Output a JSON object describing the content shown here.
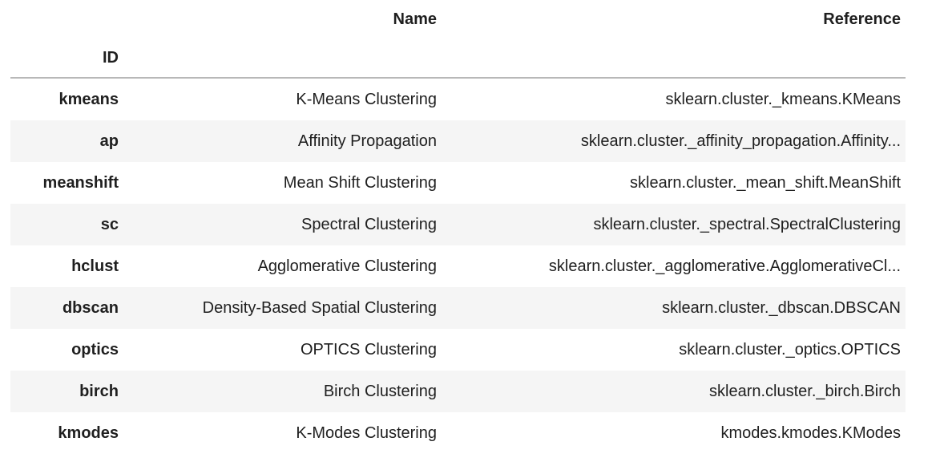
{
  "table": {
    "index_name": "ID",
    "columns": [
      "Name",
      "Reference"
    ],
    "rows": [
      {
        "id": "kmeans",
        "name": "K-Means Clustering",
        "reference": "sklearn.cluster._kmeans.KMeans"
      },
      {
        "id": "ap",
        "name": "Affinity Propagation",
        "reference": "sklearn.cluster._affinity_propagation.Affinity..."
      },
      {
        "id": "meanshift",
        "name": "Mean Shift Clustering",
        "reference": "sklearn.cluster._mean_shift.MeanShift"
      },
      {
        "id": "sc",
        "name": "Spectral Clustering",
        "reference": "sklearn.cluster._spectral.SpectralClustering"
      },
      {
        "id": "hclust",
        "name": "Agglomerative Clustering",
        "reference": "sklearn.cluster._agglomerative.AgglomerativeCl..."
      },
      {
        "id": "dbscan",
        "name": "Density-Based Spatial Clustering",
        "reference": "sklearn.cluster._dbscan.DBSCAN"
      },
      {
        "id": "optics",
        "name": "OPTICS Clustering",
        "reference": "sklearn.cluster._optics.OPTICS"
      },
      {
        "id": "birch",
        "name": "Birch Clustering",
        "reference": "sklearn.cluster._birch.Birch"
      },
      {
        "id": "kmodes",
        "name": "K-Modes Clustering",
        "reference": "kmodes.kmodes.KModes"
      }
    ]
  },
  "chart_data": {
    "type": "table",
    "title": "",
    "index_name": "ID",
    "columns": [
      "ID",
      "Name",
      "Reference"
    ],
    "rows": [
      [
        "kmeans",
        "K-Means Clustering",
        "sklearn.cluster._kmeans.KMeans"
      ],
      [
        "ap",
        "Affinity Propagation",
        "sklearn.cluster._affinity_propagation.Affinity..."
      ],
      [
        "meanshift",
        "Mean Shift Clustering",
        "sklearn.cluster._mean_shift.MeanShift"
      ],
      [
        "sc",
        "Spectral Clustering",
        "sklearn.cluster._spectral.SpectralClustering"
      ],
      [
        "hclust",
        "Agglomerative Clustering",
        "sklearn.cluster._agglomerative.AgglomerativeCl..."
      ],
      [
        "dbscan",
        "Density-Based Spatial Clustering",
        "sklearn.cluster._dbscan.DBSCAN"
      ],
      [
        "optics",
        "OPTICS Clustering",
        "sklearn.cluster._optics.OPTICS"
      ],
      [
        "birch",
        "Birch Clustering",
        "sklearn.cluster._birch.Birch"
      ],
      [
        "kmodes",
        "K-Modes Clustering",
        "kmodes.kmodes.KModes"
      ]
    ],
    "layout_hints": {
      "zebra_striping": true,
      "striped_rows": [
        "ap",
        "sc",
        "dbscan",
        "birch"
      ],
      "text_alignment": "right",
      "header_rule": true
    }
  },
  "colors": {
    "background": "#ffffff",
    "text": "#1f1f1f",
    "stripe": "#f5f5f5",
    "header-border": "#b8b8b8"
  }
}
